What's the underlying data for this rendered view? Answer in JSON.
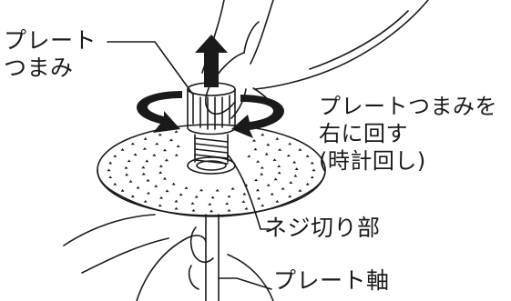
{
  "labels": {
    "plate_knob": [
      "プレート",
      "つまみ"
    ],
    "instruction": [
      "プレートつまみを",
      "右に回す",
      "(時計回し)"
    ],
    "thread_part": "ネジ切り部",
    "plate_shaft": "プレート軸"
  },
  "icons": {
    "up_arrow": "arrow-up-icon",
    "rotate_left": "rotate-arrow-left-icon",
    "rotate_right": "rotate-arrow-right-icon"
  },
  "colors": {
    "ink": "#1a1a1a",
    "background": "#ffffff"
  }
}
